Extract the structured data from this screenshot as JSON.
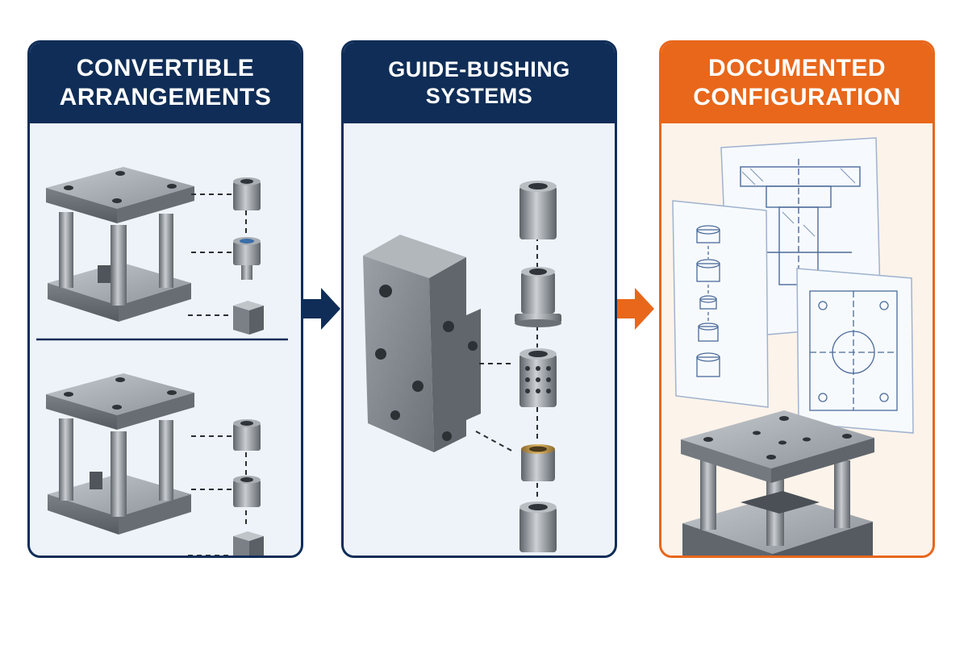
{
  "panels": [
    {
      "id": "convertible",
      "title_lines": [
        "CONVERTIBLE",
        "ARRANGEMENTS"
      ]
    },
    {
      "id": "guide-bushing",
      "title_lines": [
        "GUIDE-BUSHING",
        "SYSTEMS"
      ]
    },
    {
      "id": "documented",
      "title_lines": [
        "DOCUMENTED",
        "CONFIGURATION"
      ]
    }
  ],
  "colors": {
    "navy": "#0f2d57",
    "orange": "#e8671b",
    "steel": "#8a9097",
    "steel_dark": "#5d6369",
    "steel_light": "#b7bcc1",
    "bronze": "#c89a4b",
    "blueprint_line": "#4b6b9a"
  },
  "icons": [
    "die-set",
    "guide-bushing",
    "guide-post",
    "square-block",
    "guide-rail-block",
    "blueprint-sheet",
    "arrow-right"
  ]
}
